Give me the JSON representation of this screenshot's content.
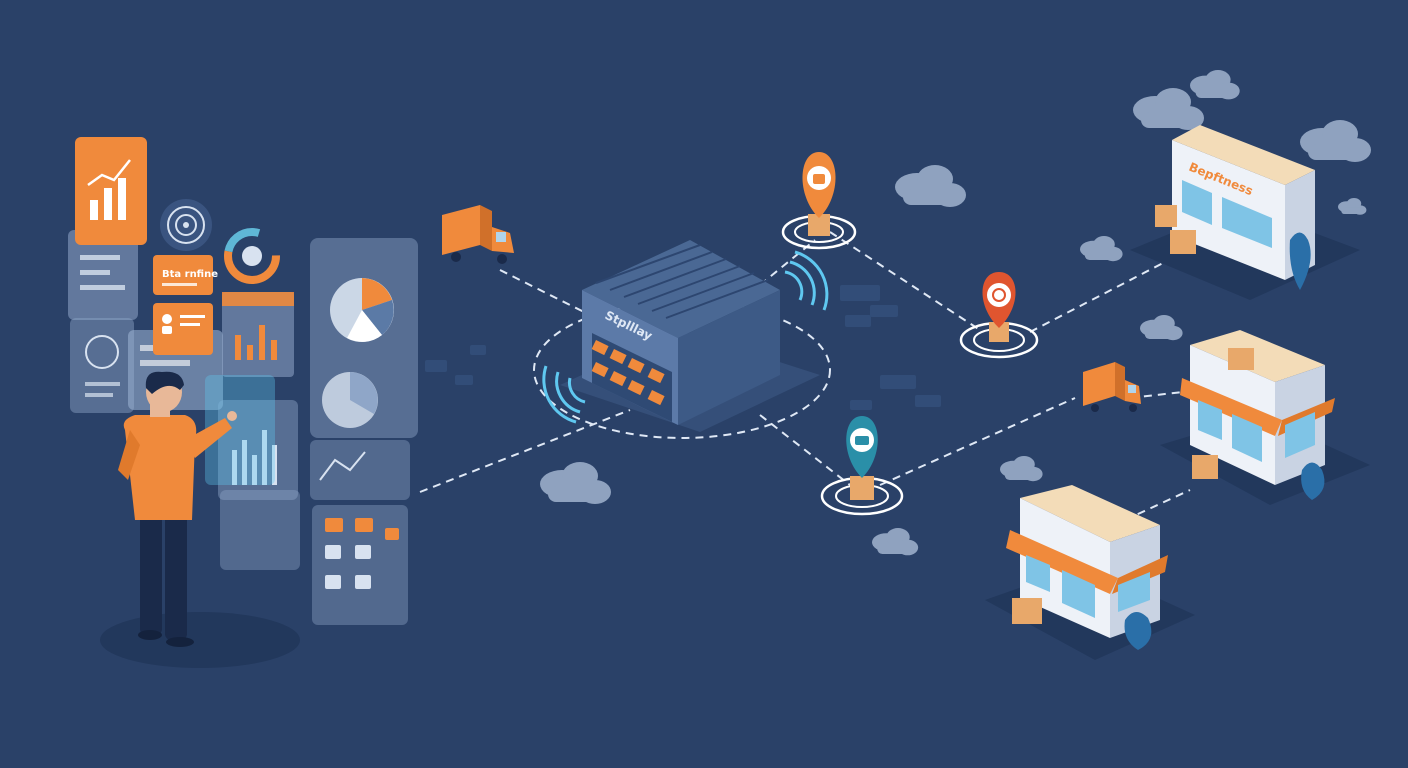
{
  "scene": {
    "background": "#2a4168",
    "accent": "#f08a3c",
    "panel_color": "#8fa6c8",
    "route_color": "#dfe8f5"
  },
  "warehouse": {
    "sign": "Stplllay"
  },
  "store_top": {
    "sign": "Bepftness"
  },
  "dashboard": {
    "card_title": "Bta rnfine"
  },
  "pins": [
    {
      "icon": "bag-icon",
      "color": "#f08a3c"
    },
    {
      "icon": "target-icon",
      "color": "#e0552f"
    },
    {
      "icon": "shop-icon",
      "color": "#2a8fa8"
    }
  ]
}
